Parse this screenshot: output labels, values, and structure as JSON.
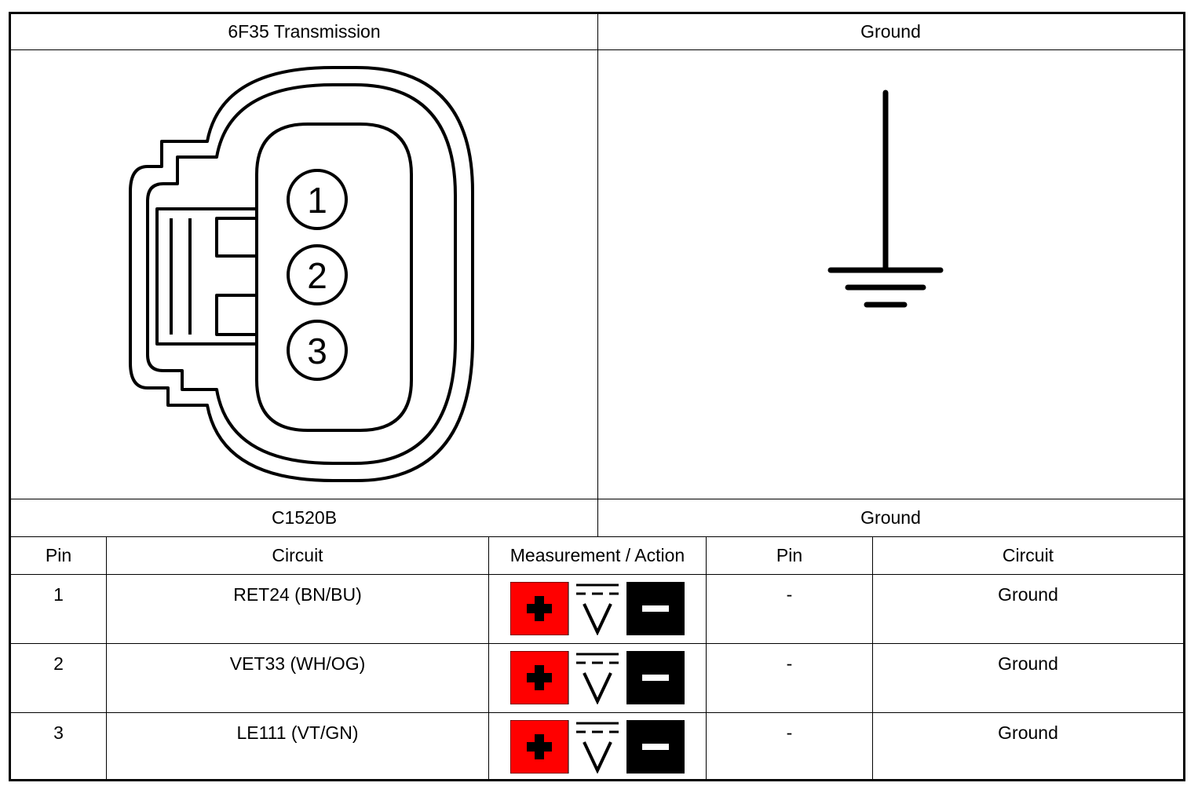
{
  "header": {
    "left_title": "6F35 Transmission",
    "right_title": "Ground"
  },
  "connector": {
    "pin_labels": [
      "1",
      "2",
      "3"
    ]
  },
  "footer": {
    "left_label": "C1520B",
    "right_label": "Ground"
  },
  "table": {
    "headers": [
      "Pin",
      "Circuit",
      "Measurement / Action",
      "Pin",
      "Circuit"
    ],
    "rows": [
      {
        "pin": "1",
        "circuit": "RET24 (BN/BU)",
        "measurement": "voltage-meter-icon",
        "ground_pin": "-",
        "ground_circuit": "Ground"
      },
      {
        "pin": "2",
        "circuit": "VET33 (WH/OG)",
        "measurement": "voltage-meter-icon",
        "ground_pin": "-",
        "ground_circuit": "Ground"
      },
      {
        "pin": "3",
        "circuit": "LE111 (VT/GN)",
        "measurement": "voltage-meter-icon",
        "ground_pin": "-",
        "ground_circuit": "Ground"
      }
    ]
  },
  "colors": {
    "positive_probe": "#ff0000",
    "negative_probe": "#000000",
    "line": "#000000"
  }
}
